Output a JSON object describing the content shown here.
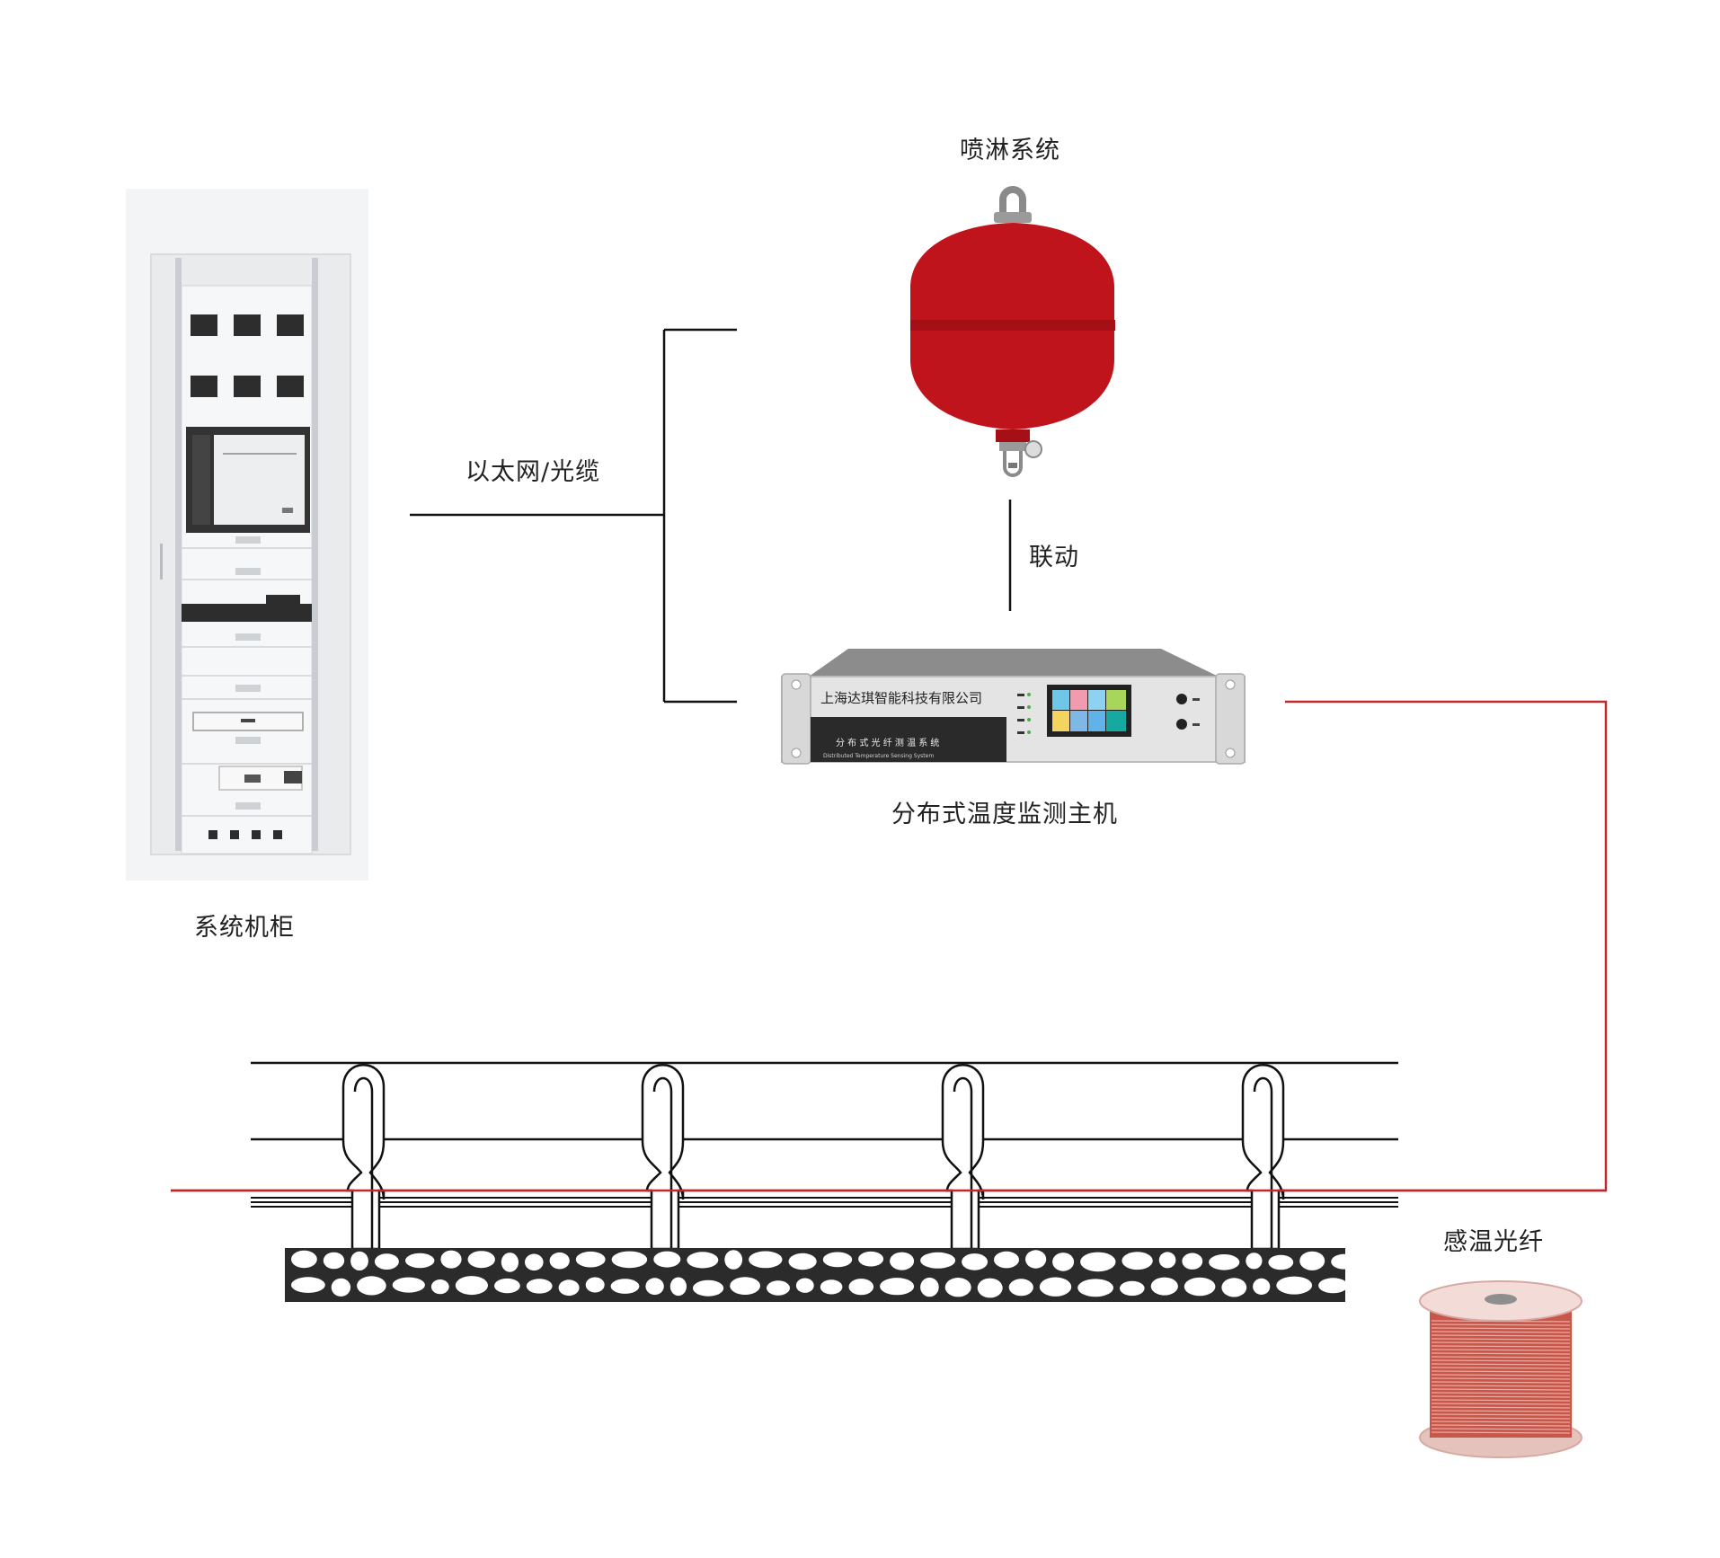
{
  "labels": {
    "cabinet": "系统机柜",
    "network": "以太网/光缆",
    "sprinkler": "喷淋系统",
    "linkage": "联动",
    "host": "分布式温度监测主机",
    "fiber": "感温光纤"
  },
  "device": {
    "company": "上海达琪智能科技有限公司",
    "panel_title": "分 布 式 光 纤 测 温 系 统",
    "panel_subtitle": "Distributed Temperature Sensing System"
  },
  "colors": {
    "line": "#111111",
    "fiber": "#c0282c",
    "sprinkler": "#c0141c",
    "cabinet": "#eef0f2",
    "host_body": "#e8e8e8",
    "host_dark": "#2a2a2a"
  }
}
